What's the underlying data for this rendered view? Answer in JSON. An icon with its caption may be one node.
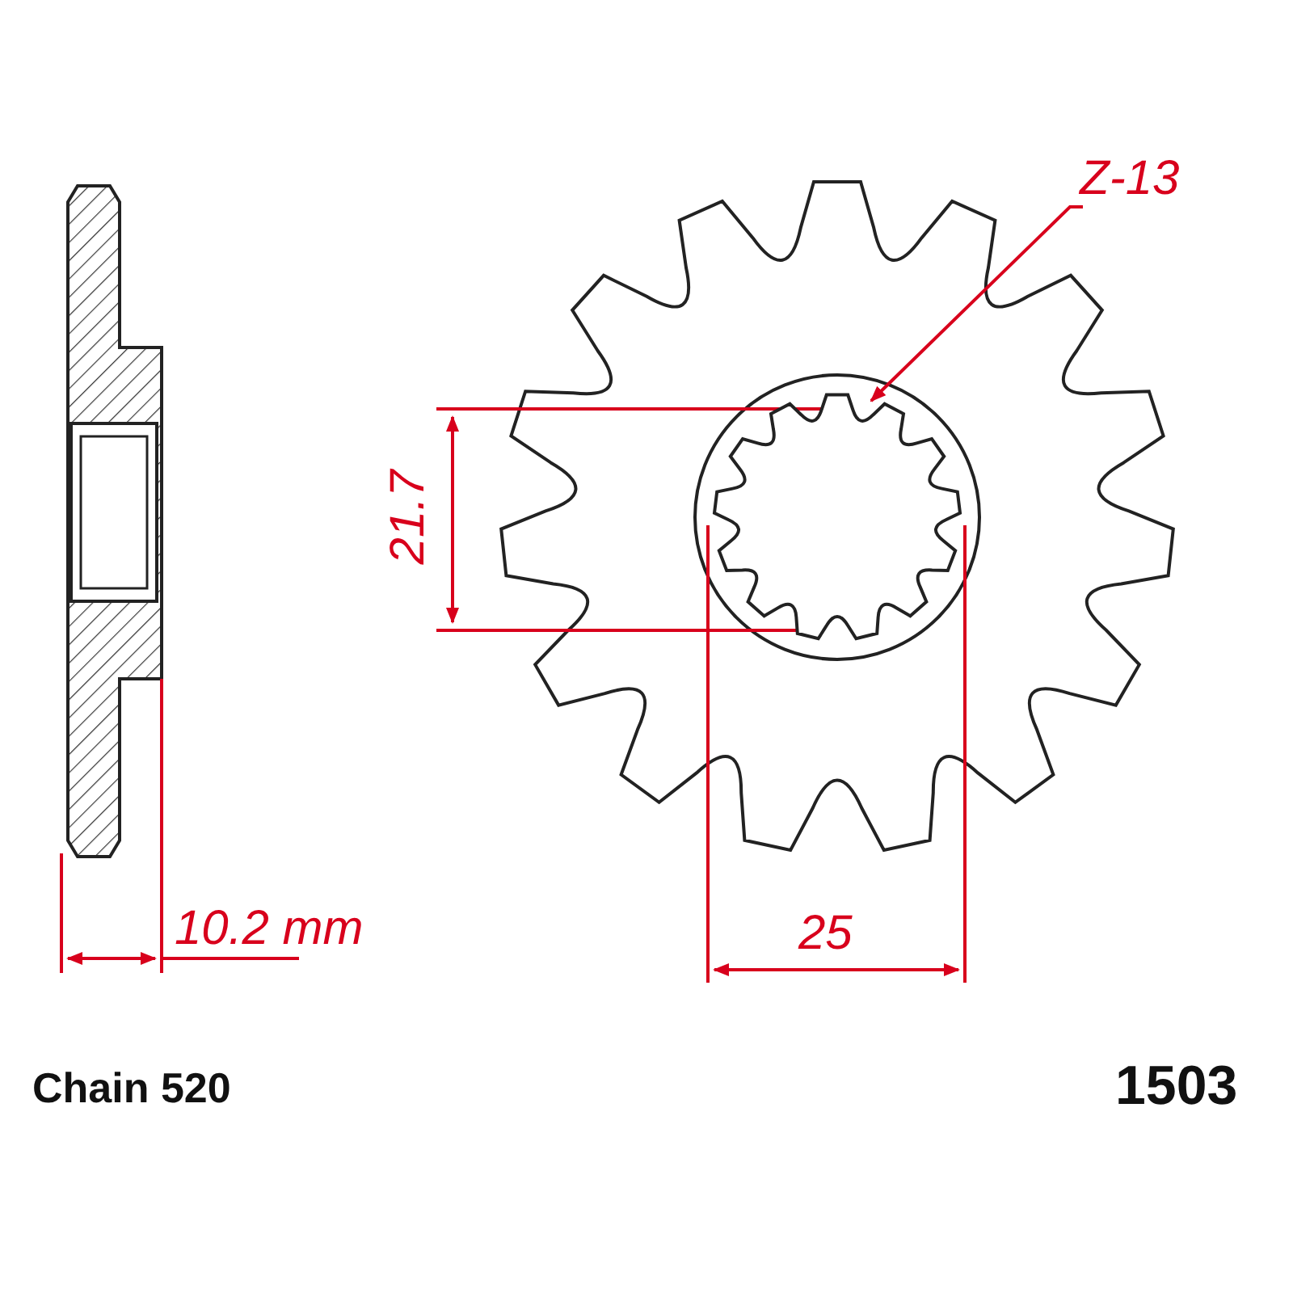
{
  "diagram": {
    "nodes": [
      {
        "text": [
          "Z-13"
        ]
      },
      {
        "text": [],
        "shape": "gear"
      }
    ],
    "edges": [
      {
        "from": 0,
        "to": 1,
        "arrow": "to"
      }
    ],
    "labels": [
      "21.7",
      "10.2 mm",
      "25",
      "Chain 520",
      "1503"
    ]
  }
}
